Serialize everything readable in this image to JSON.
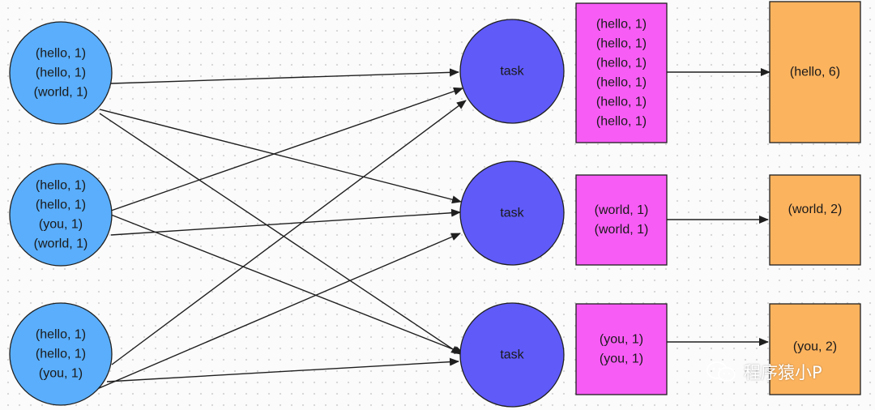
{
  "map_nodes": [
    {
      "id": "map-1",
      "lines": [
        "(hello, 1)",
        "(hello, 1)",
        "(world, 1)"
      ]
    },
    {
      "id": "map-2",
      "lines": [
        "(hello, 1)",
        "(hello, 1)",
        "(you, 1)",
        "(world, 1)"
      ]
    },
    {
      "id": "map-3",
      "lines": [
        "(hello, 1)",
        "(hello, 1)",
        "(you, 1)"
      ]
    }
  ],
  "tasks": [
    {
      "id": "task-1",
      "label": "task"
    },
    {
      "id": "task-2",
      "label": "task"
    },
    {
      "id": "task-3",
      "label": "task"
    }
  ],
  "groups": [
    {
      "id": "group-hello",
      "lines": [
        "(hello, 1)",
        "(hello, 1)",
        "(hello, 1)",
        "(hello, 1)",
        "(hello, 1)",
        "(hello, 1)"
      ]
    },
    {
      "id": "group-world",
      "lines": [
        "(world, 1)",
        "(world, 1)"
      ]
    },
    {
      "id": "group-you",
      "lines": [
        "(you, 1)",
        "(you, 1)"
      ]
    }
  ],
  "results": [
    {
      "id": "result-hello",
      "label": "(hello, 6)"
    },
    {
      "id": "result-world",
      "label": "(world, 2)"
    },
    {
      "id": "result-you",
      "label": "(you, 2)"
    }
  ],
  "edges": [
    {
      "from": "map-1",
      "to": "task-1"
    },
    {
      "from": "map-1",
      "to": "task-2"
    },
    {
      "from": "map-1",
      "to": "task-3"
    },
    {
      "from": "map-2",
      "to": "task-1"
    },
    {
      "from": "map-2",
      "to": "task-2"
    },
    {
      "from": "map-2",
      "to": "task-3"
    },
    {
      "from": "map-3",
      "to": "task-1"
    },
    {
      "from": "map-3",
      "to": "task-2"
    },
    {
      "from": "map-3",
      "to": "task-3"
    },
    {
      "from": "group-hello",
      "to": "result-hello"
    },
    {
      "from": "group-world",
      "to": "result-world"
    },
    {
      "from": "group-you",
      "to": "result-you"
    }
  ],
  "colors": {
    "map_fill": "#5aaefb",
    "task_fill": "#5f5af8",
    "group_fill": "#f75cf5",
    "result_fill": "#fcb35e",
    "stroke": "#1f1f1f"
  },
  "watermark": {
    "icon": "wechat-icon",
    "text": "程序猿小P"
  }
}
